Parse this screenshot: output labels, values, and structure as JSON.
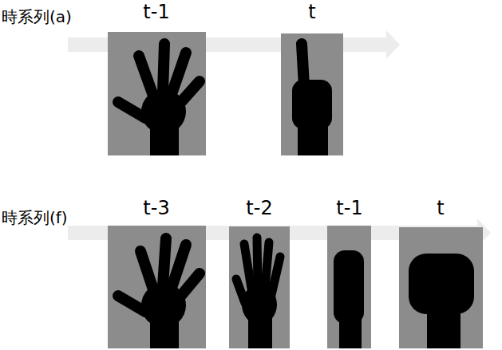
{
  "diagram": {
    "labels": [
      "時系列(a)",
      "t-1",
      "t",
      "時系列(f)",
      "t-3",
      "t-2",
      "t-1",
      "t"
    ]
  }
}
